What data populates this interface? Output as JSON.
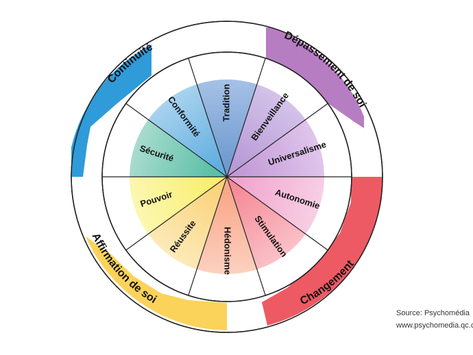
{
  "groups": [
    {
      "label": "Continuité",
      "color": "#2f9bd9"
    },
    {
      "label": "Dépassement de soi",
      "color": "#b77dc2"
    },
    {
      "label": "Changement",
      "color": "#ee5a64"
    },
    {
      "label": "Affirmation de soi",
      "color": "#fbd35a"
    }
  ],
  "values": [
    {
      "label": "Tradition",
      "colorA": "#6f9bd0",
      "colorB": "#a6c1e6"
    },
    {
      "label": "Bienveillance",
      "colorA": "#b79ad6",
      "colorB": "#d4c3e9"
    },
    {
      "label": "Universalisme",
      "colorA": "#c29ad6",
      "colorB": "#e0c6ec"
    },
    {
      "label": "Autonomie",
      "colorA": "#f1a6cf",
      "colorB": "#f8cfe4"
    },
    {
      "label": "Stimulation",
      "colorA": "#f58a97",
      "colorB": "#fbc1c8"
    },
    {
      "label": "Hédonisme",
      "colorA": "#f9a787",
      "colorB": "#fcd1c1"
    },
    {
      "label": "Réussite",
      "colorA": "#fbd27a",
      "colorB": "#fdeab9"
    },
    {
      "label": "Pouvoir",
      "colorA": "#f8ef6d",
      "colorB": "#fcf7b2"
    },
    {
      "label": "Sécurité",
      "colorA": "#5bbfa7",
      "colorB": "#a9dccf"
    },
    {
      "label": "Conformité",
      "colorA": "#62aee0",
      "colorB": "#a9d3ef"
    }
  ],
  "source": {
    "line1": "Source: Psychomédia",
    "line2": "www.psychomedia.qc.ca"
  }
}
